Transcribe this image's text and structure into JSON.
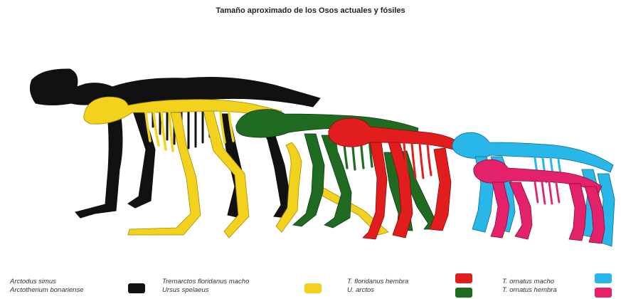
{
  "title": "Tamaño aproximado de los Osos actuales y fósiles",
  "colors": {
    "black": "#111111",
    "yellow": "#f2d21c",
    "green": "#1f6b21",
    "red": "#e11d1d",
    "cyan": "#29b6e8",
    "pink": "#e4226b"
  },
  "legend": [
    {
      "line1": "Arctodus simus",
      "line2": "Arctotherium bonariense",
      "color": "#111111"
    },
    {
      "line1": "Tremarctos floridanus macho",
      "line2": "Ursus spelaeus",
      "color": "#f2d21c"
    },
    {
      "line1": "T. floridanus hembra",
      "line2": "U. arctos",
      "color": "#e11d1d",
      "color2": "#1f6b21"
    },
    {
      "line1": "T. ornatus macho",
      "line2": "T. ornatus hembra",
      "color": "#29b6e8",
      "color2": "#e4226b"
    }
  ]
}
